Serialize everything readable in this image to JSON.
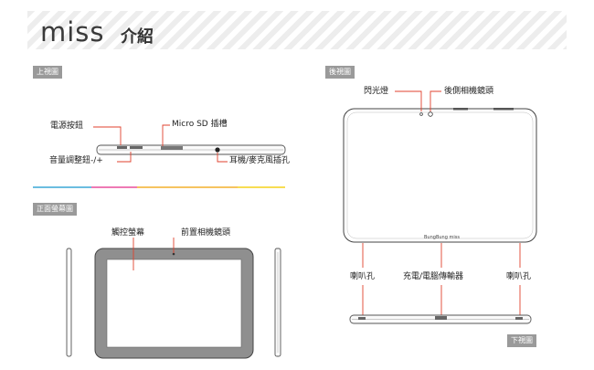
{
  "brand": {
    "logo_text": "miss",
    "subtitle": "介紹"
  },
  "views": {
    "top": {
      "tag": "上視圖",
      "power_button": "電源按鈕",
      "micro_sd": "Micro SD 插槽",
      "volume": "音量調整鈕-/+",
      "headphone": "耳機/麥克風插孔"
    },
    "front": {
      "tag": "正面螢幕圖",
      "touchscreen": "觸控螢幕",
      "front_camera": "前置相機鏡頭"
    },
    "back": {
      "tag": "後視圖",
      "flash": "閃光燈",
      "rear_camera": "後側相機鏡頭",
      "device_logo": "BungBung miss"
    },
    "bottom": {
      "tag": "下視圖",
      "speaker_left": "喇叭孔",
      "charging_port": "充電/電腦傳輸器",
      "speaker_right": "喇叭孔"
    }
  },
  "colors": {
    "label_line": "#e0412c",
    "tag_bg": "#9a9a9a",
    "rainbow": [
      "#3aa7d6",
      "#e94e9b",
      "#f3b02c",
      "#f6d21a"
    ]
  }
}
